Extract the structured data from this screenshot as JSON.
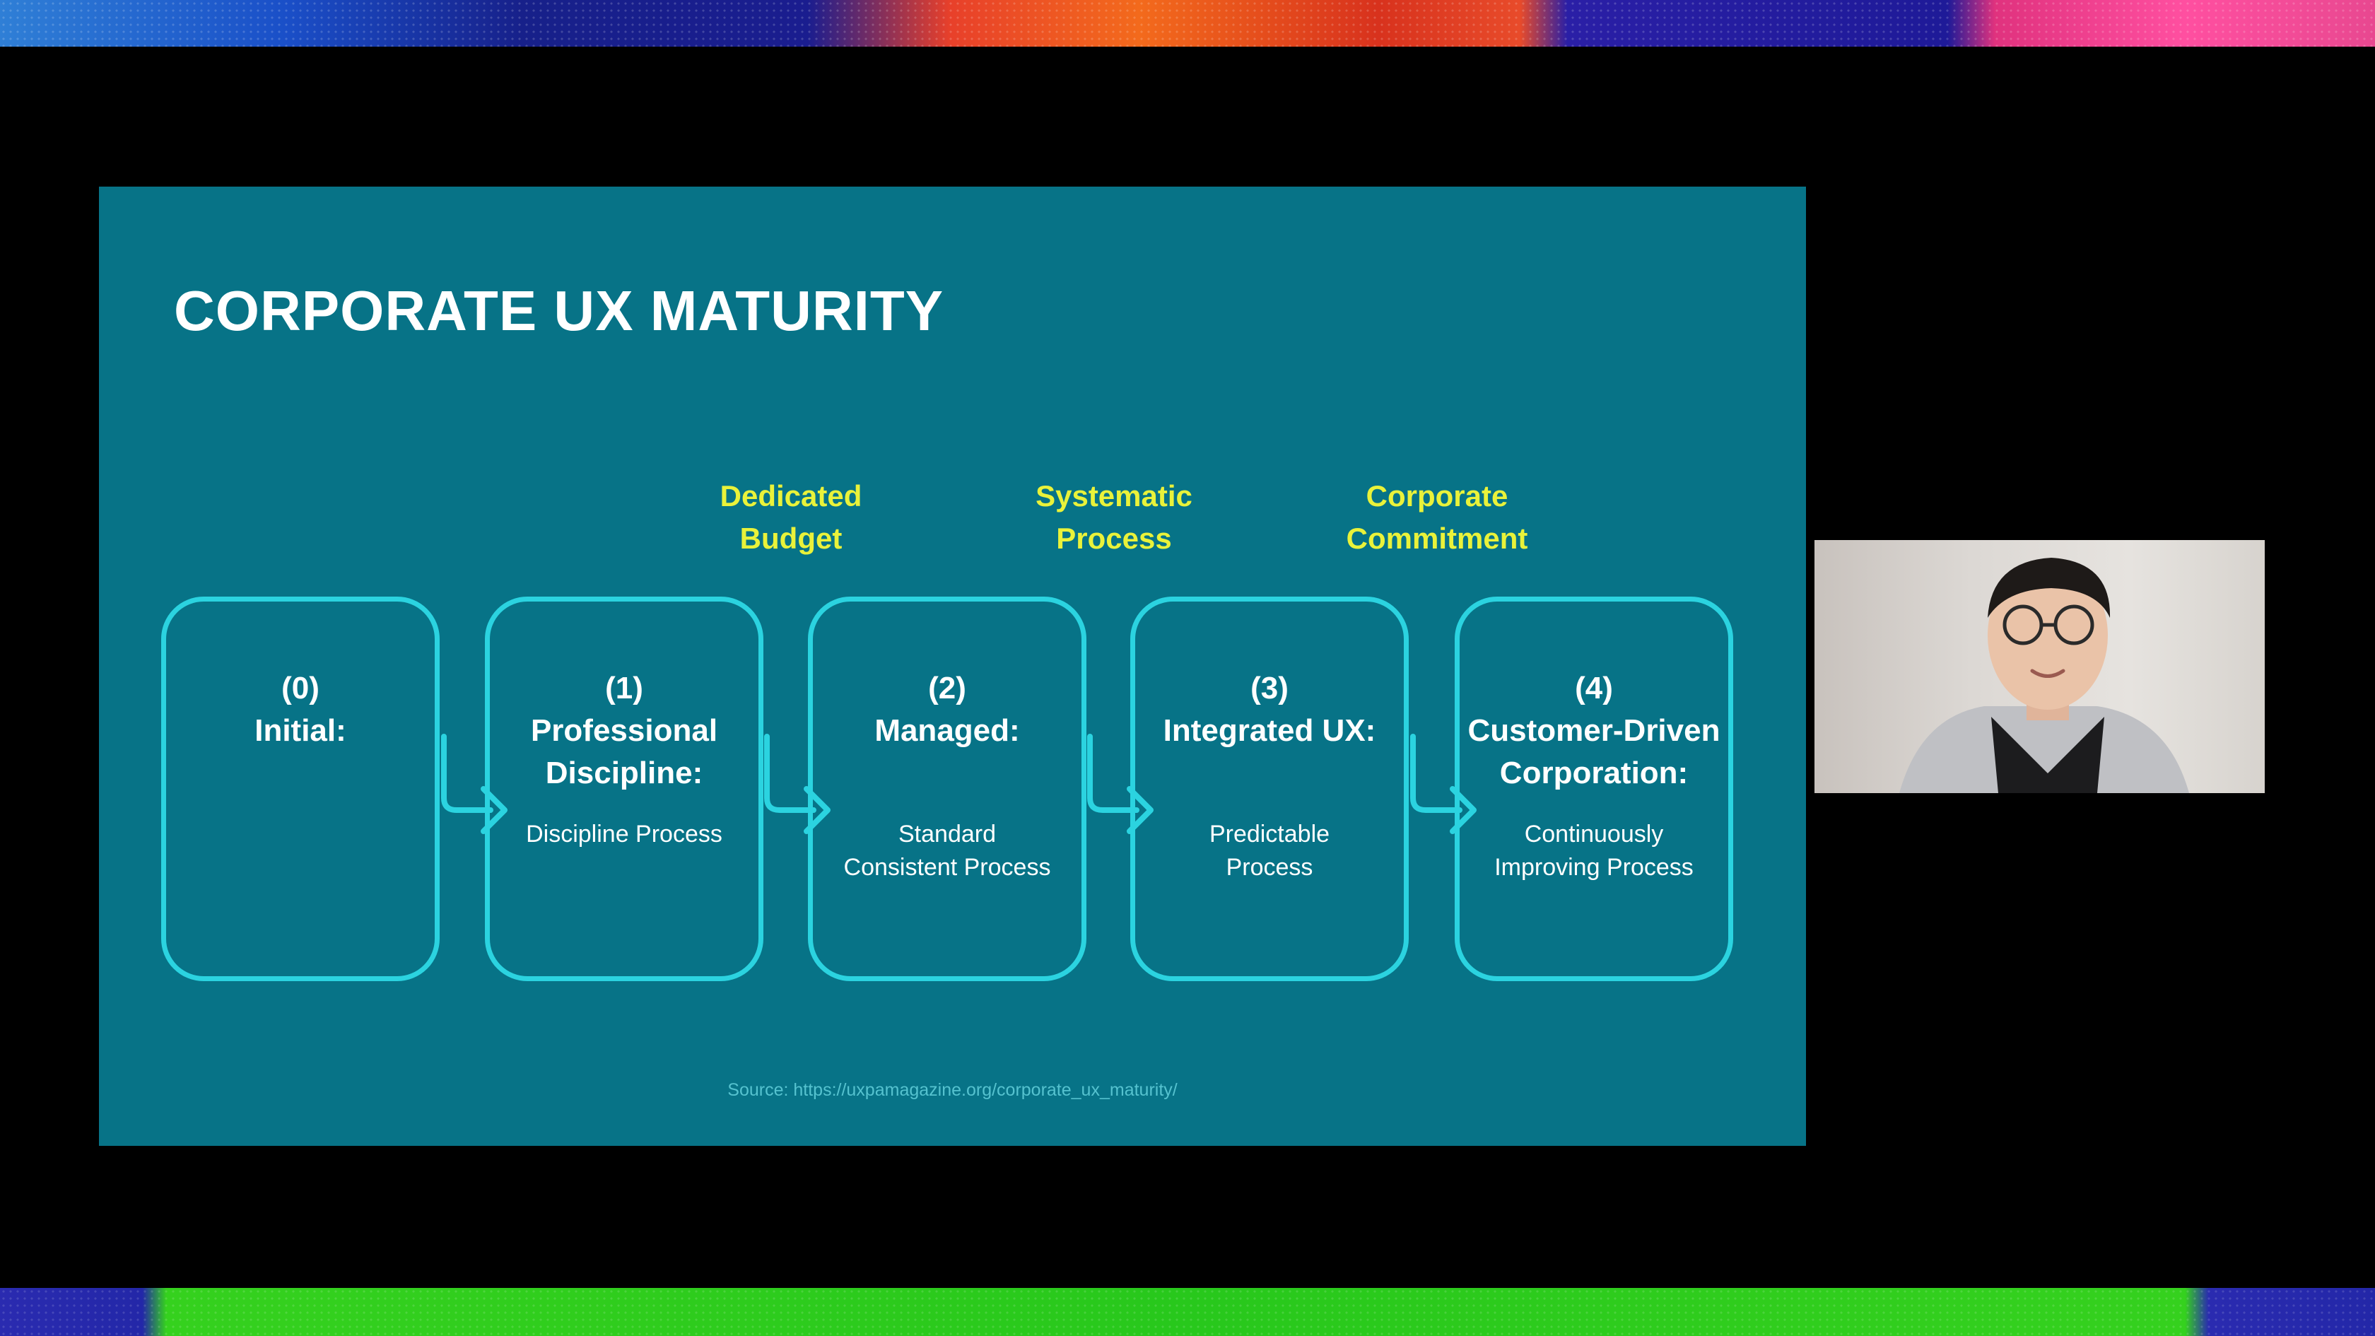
{
  "slide": {
    "title": "CORPORATE UX MATURITY",
    "stage_labels": [
      {
        "line1": "Dedicated",
        "line2": "Budget"
      },
      {
        "line1": "Systematic",
        "line2": "Process"
      },
      {
        "line1": "Corporate",
        "line2": "Commitment"
      }
    ],
    "stages": [
      {
        "num": "(0)",
        "name1": "Initial:",
        "name2": "",
        "desc1": "",
        "desc2": ""
      },
      {
        "num": "(1)",
        "name1": "Professional",
        "name2": "Discipline:",
        "desc1": "Discipline Process",
        "desc2": ""
      },
      {
        "num": "(2)",
        "name1": "Managed:",
        "name2": "",
        "desc1": "Standard",
        "desc2": "Consistent Process"
      },
      {
        "num": "(3)",
        "name1": "Integrated UX:",
        "name2": "",
        "desc1": "Predictable",
        "desc2": "Process"
      },
      {
        "num": "(4)",
        "name1": "Customer-Driven",
        "name2": "Corporation:",
        "desc1": "Continuously",
        "desc2": "Improving Process"
      }
    ],
    "source": "Source: https://uxpamagazine.org/corporate_ux_maturity/"
  },
  "colors": {
    "slide_bg": "#077387",
    "box_stroke": "#2bd3e0",
    "label_yellow": "#e9f23a"
  },
  "webcam": {
    "icon": "presenter-video-feed"
  }
}
